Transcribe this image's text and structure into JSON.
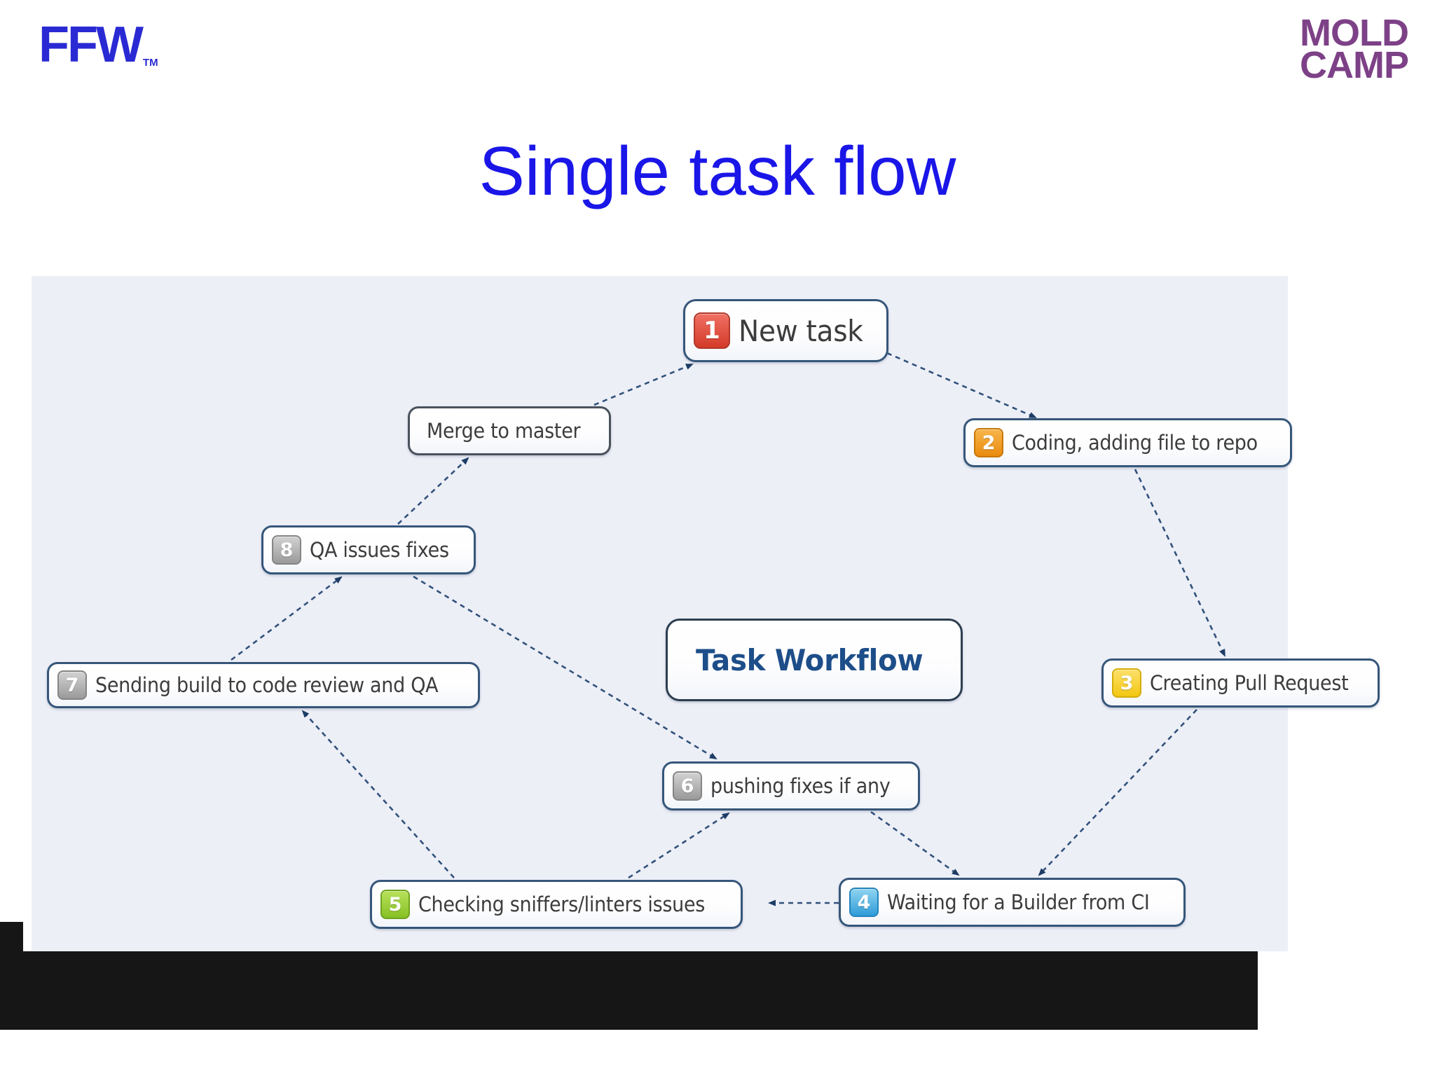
{
  "logos": {
    "ffw": "FFW",
    "ffw_tm": "TM",
    "moldcamp": [
      "MOLD",
      "CAMP"
    ]
  },
  "title": "Single task flow",
  "colors": {
    "title_blue": "#1a16e8",
    "ffw_blue": "#2a2ad4",
    "moldcamp_purple": "#7d4187",
    "panel_background": "#edeff7",
    "arrow": "#31517b",
    "badge_red": "#d43a28",
    "badge_orange": "#e98b0e",
    "badge_yellow": "#f3c711",
    "badge_blue": "#2f9cd8",
    "badge_green": "#86c024",
    "badge_gray": "#9a9a9a"
  },
  "diagram": {
    "nodes": [
      {
        "id": "new-task",
        "badge": "1",
        "badge_color": "red",
        "label": "New task"
      },
      {
        "id": "coding",
        "badge": "2",
        "badge_color": "orange",
        "label": "Coding, adding file to repo"
      },
      {
        "id": "pull-request",
        "badge": "3",
        "badge_color": "yellow",
        "label": "Creating Pull Request"
      },
      {
        "id": "waiting-ci",
        "badge": "4",
        "badge_color": "blue",
        "label": "Waiting for a Builder from CI"
      },
      {
        "id": "checking-sniffers",
        "badge": "5",
        "badge_color": "green",
        "label": "Checking sniffers/linters issues"
      },
      {
        "id": "pushing-fixes",
        "badge": "6",
        "badge_color": "gray",
        "label": "pushing fixes if any"
      },
      {
        "id": "sending-build",
        "badge": "7",
        "badge_color": "gray",
        "label": "Sending build to code review and QA"
      },
      {
        "id": "qa-fixes",
        "badge": "8",
        "badge_color": "gray",
        "label": "QA issues fixes"
      },
      {
        "id": "merge-master",
        "badge": null,
        "badge_color": null,
        "label": "Merge to master"
      },
      {
        "id": "task-workflow",
        "badge": null,
        "badge_color": null,
        "label": "Task Workflow"
      }
    ],
    "edges": [
      {
        "from": "merge-master",
        "to": "new-task"
      },
      {
        "from": "new-task",
        "to": "coding"
      },
      {
        "from": "coding",
        "to": "pull-request"
      },
      {
        "from": "pull-request",
        "to": "waiting-ci"
      },
      {
        "from": "waiting-ci",
        "to": "checking-sniffers"
      },
      {
        "from": "checking-sniffers",
        "to": "pushing-fixes"
      },
      {
        "from": "pushing-fixes",
        "to": "waiting-ci"
      },
      {
        "from": "checking-sniffers",
        "to": "sending-build"
      },
      {
        "from": "sending-build",
        "to": "qa-fixes"
      },
      {
        "from": "qa-fixes",
        "to": "merge-master"
      },
      {
        "from": "qa-fixes",
        "to": "pushing-fixes"
      }
    ]
  }
}
